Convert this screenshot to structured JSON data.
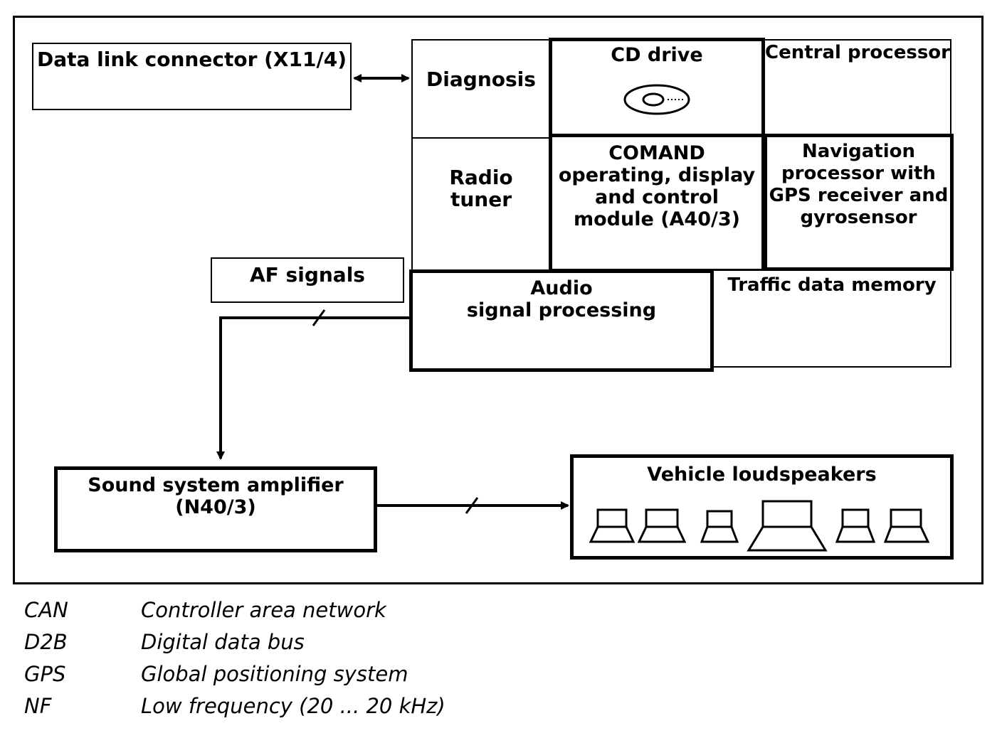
{
  "diagram": {
    "data_link_connector": "Data link connector (X11/4)",
    "diagnosis": "Diagnosis",
    "cd_drive": "CD drive",
    "central_processor": "Central processor",
    "radio_tuner": [
      "Radio",
      "tuner"
    ],
    "comand_module": [
      "COMAND",
      "operating, display",
      "and control",
      "module (A40/3)"
    ],
    "navigation_processor": [
      "Navigation",
      "processor with",
      "GPS receiver and",
      "gyrosensor"
    ],
    "af_signals": "AF signals",
    "audio_signal_processing": [
      "Audio",
      "signal processing"
    ],
    "traffic_data_memory": "Traffic data memory",
    "sound_system_amplifier": [
      "Sound system amplifier",
      "(N40/3)"
    ],
    "vehicle_loudspeakers": "Vehicle loudspeakers"
  },
  "legend": [
    {
      "abbr": "CAN",
      "desc": "Controller area network"
    },
    {
      "abbr": "D2B",
      "desc": "Digital data bus"
    },
    {
      "abbr": "GPS",
      "desc": "Global positioning system"
    },
    {
      "abbr": "NF",
      "desc": "Low frequency (20 ... 20 kHz)"
    }
  ]
}
